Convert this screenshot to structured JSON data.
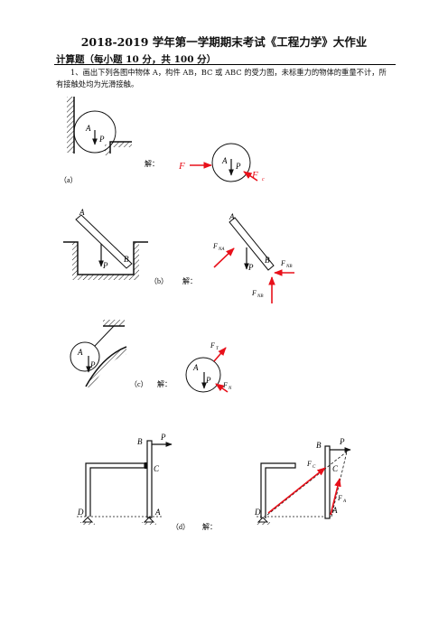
{
  "title": "2018-2019 学年第一学期期末考试《工程力学》大作业",
  "section": "计算题（每小题 10 分，共 100 分）",
  "problem": "1、画出下列各图中物体 A，构件 AB，BC 或 ABC 的受力图，未标重力的物体的重量不计，所有接触处均为光滑接触。",
  "colors": {
    "force": "#e8101a",
    "ink": "#111111"
  },
  "figures": {
    "a": {
      "caption": "（a）",
      "solution": "解：",
      "labels": [
        "A",
        "P",
        "F",
        "F"
      ],
      "subs": [
        "",
        "",
        "",
        "c"
      ]
    },
    "b": {
      "caption": "（b）",
      "solution": "解：",
      "labels": [
        "A",
        "B",
        "P",
        "F",
        "F",
        "F"
      ],
      "subs": [
        "",
        "",
        "",
        "NA",
        "NB",
        "NB"
      ]
    },
    "c": {
      "caption": "（c）",
      "solution": "解：",
      "labels": [
        "A",
        "P",
        "F",
        "F"
      ],
      "subs": [
        "",
        "",
        "T",
        "N"
      ]
    },
    "d": {
      "caption": "（d）",
      "solution": "解：",
      "labels": [
        "B",
        "P",
        "C",
        "D",
        "A",
        "F",
        "F"
      ],
      "subs": [
        "",
        "",
        "",
        "",
        "",
        "C",
        "A"
      ]
    }
  }
}
